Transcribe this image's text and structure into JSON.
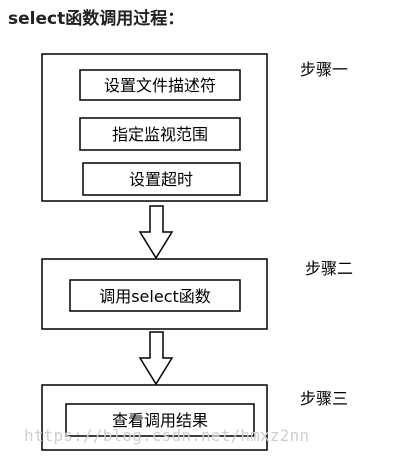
{
  "title": "select函数调用过程：",
  "diagram": {
    "steps": [
      {
        "label": "步骤一",
        "items": [
          "设置文件描述符",
          "指定监视范围",
          "设置超时"
        ]
      },
      {
        "label": "步骤二",
        "items": [
          "调用select函数"
        ]
      },
      {
        "label": "步骤三",
        "items": [
          "查看调用结果"
        ]
      }
    ]
  },
  "watermark": "https://blog.csdn.net/hmxz2nn"
}
